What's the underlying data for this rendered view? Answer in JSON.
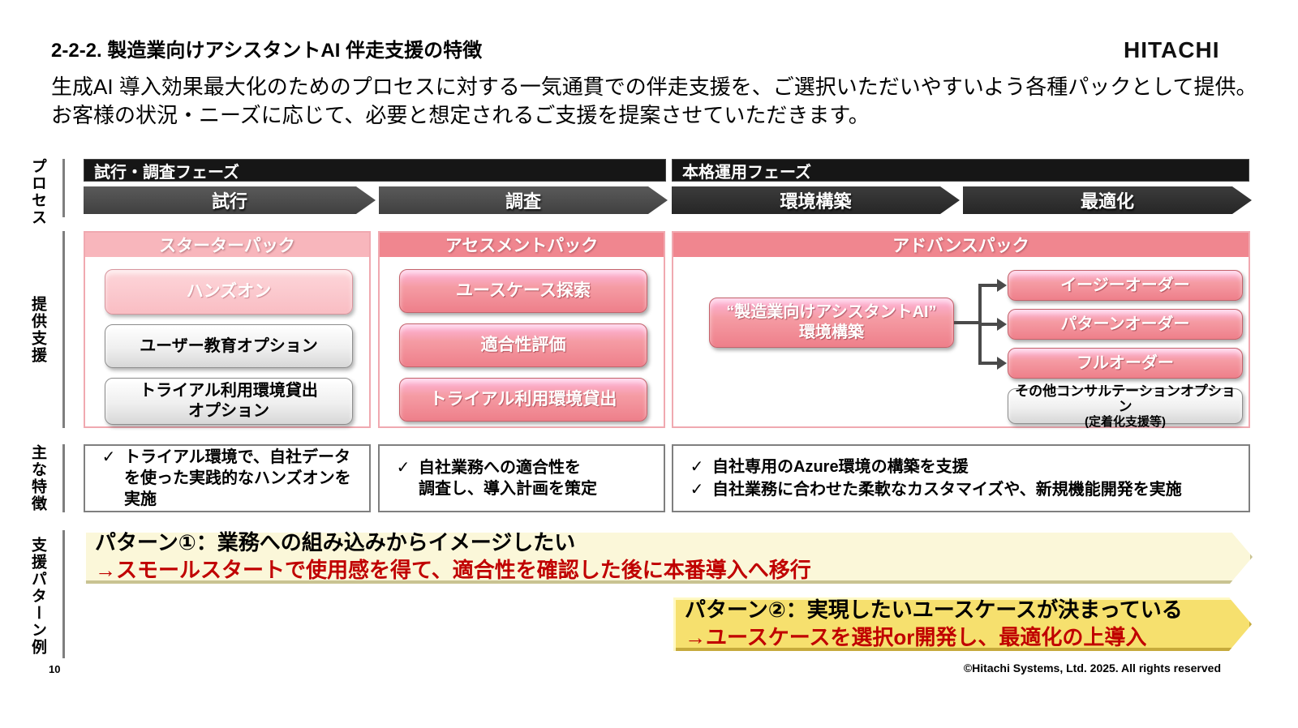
{
  "header": {
    "title": "2-2-2. 製造業向けアシスタントAI 伴走支援の特徴",
    "logo": "HITACHI",
    "description_line1": "生成AI 導入効果最大化のためのプロセスに対する一気通貫での伴走支援を、ご選択いただいやすいよう各種パックとして提供。",
    "description_line2": "お客様の状況・ニーズに応じて、必要と想定されるご支援を提案させていただきます。"
  },
  "row_labels": {
    "process": "プロセス",
    "offerings": "提供支援",
    "features": "主な特徴",
    "patterns": "支援パターン例"
  },
  "process": {
    "phase1": "試行・調査フェーズ",
    "phase2": "本格運用フェーズ",
    "steps": [
      "試行",
      "調査",
      "環境構築",
      "最適化"
    ]
  },
  "packs": {
    "starter": {
      "title": "スターターパック",
      "buttons": [
        "ハンズオン",
        "ユーザー教育オプション",
        "トライアル利用環境貸出\nオプション"
      ]
    },
    "assessment": {
      "title": "アセスメントパック",
      "buttons": [
        "ユースケース探索",
        "適合性評価",
        "トライアル利用環境貸出"
      ]
    },
    "advance": {
      "title": "アドバンスパック",
      "env_box": "“製造業向けアシスタントAI”\n環境構築",
      "orders": [
        "イージーオーダー",
        "パターンオーダー",
        "フルオーダー"
      ],
      "other_option_line1": "その他コンサルテーションオプション",
      "other_option_line2": "(定着化支援等)"
    }
  },
  "glyphs": {
    "check": "✓"
  },
  "features": {
    "box1": "トライアル環境で、自社データ\nを使った実践的なハンズオンを\n実施",
    "box2": "自社業務への適合性を\n調査し、導入計画を策定",
    "box3_item1": "自社専用のAzure環境の構築を支援",
    "box3_item2": "自社業務に合わせた柔軟なカスタマイズや、新規機能開発を実施"
  },
  "patterns": {
    "p1_line1": "パターン①：業務への組み込みからイメージしたい",
    "p1_line2": "→スモールスタートで使用感を得て、適合性を確認した後に本番導入へ移行",
    "p2_line1": "パターン②：実現したいユースケースが決まっている",
    "p2_line2": "→ユースケースを選択or開発し、最適化の上導入"
  },
  "footer": {
    "page_number": "10",
    "copyright": "©Hitachi Systems, Ltd. 2025. All rights reserved"
  },
  "colors": {
    "pack_header_light": "#F8B6BC",
    "pack_header": "#F0868F",
    "pink_button": "#EE7F8A",
    "phase_bar": "#161616",
    "banner1_bg": "#FBF7D9",
    "banner2_bg": "#F6E06E",
    "red_text": "#C00000"
  }
}
